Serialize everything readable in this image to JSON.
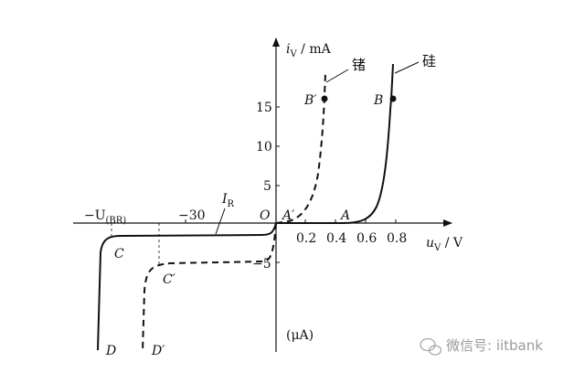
{
  "y_axis_label": "i",
  "y_axis_sub": "V",
  "y_axis_unit": " / mA",
  "x_axis_label": "u",
  "x_axis_sub": "V",
  "x_axis_unit": " / V",
  "origin": "O",
  "y_ticks": [
    "15",
    "10",
    "5",
    "−5"
  ],
  "x_ticks": [
    "0.2",
    "0.4",
    "0.6",
    "0.8"
  ],
  "neg_x_tick": "−30",
  "breakdown_label": "−U",
  "breakdown_sub": "(BR)",
  "reverse_current_label": "I",
  "reverse_current_sub": "R",
  "germanium_label": "锗",
  "silicon_label": "硅",
  "points": {
    "A": "A",
    "A_prime": "A′",
    "B": "B",
    "B_prime": "B′",
    "C": "C",
    "C_prime": "C′",
    "D": "D",
    "D_prime": "D′"
  },
  "reverse_unit": "(μA)",
  "watermark": "微信号: iitbank",
  "colors": {
    "line": "#111111",
    "watermark": "#9a9a9a"
  }
}
